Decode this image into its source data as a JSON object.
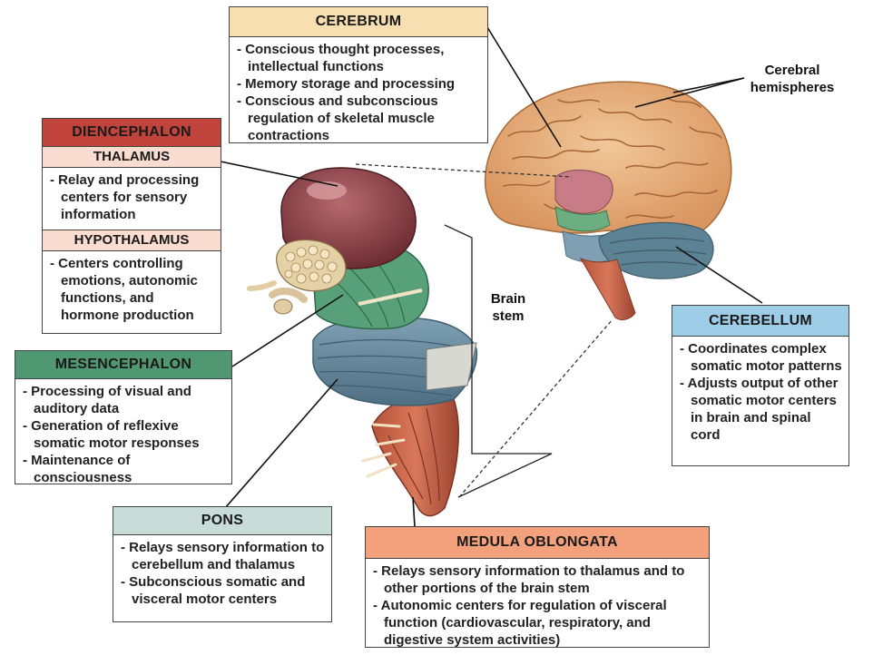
{
  "cerebrum": {
    "title": "CEREBRUM",
    "items": [
      "Conscious thought processes, intellectual functions",
      "Memory storage and processing",
      "Conscious and subconscious regulation of skeletal muscle contractions"
    ],
    "color": "#f7dfb2"
  },
  "diencephalon": {
    "title": "DIENCEPHALON",
    "color": "#c1443c",
    "thalamus": {
      "title": "THALAMUS",
      "items": [
        "Relay and processing centers for sensory information"
      ]
    },
    "hypothalamus": {
      "title": "HYPOTHALAMUS",
      "items": [
        "Centers controlling emotions, autonomic functions, and hormone production"
      ]
    },
    "sub_color": "#fbdcd0"
  },
  "mesencephalon": {
    "title": "MESENCEPHALON",
    "items": [
      "Processing of visual and auditory data",
      "Generation of reflexive somatic motor responses",
      "Maintenance of consciousness"
    ],
    "color": "#4f9871"
  },
  "pons": {
    "title": "PONS",
    "items": [
      "Relays sensory information to cerebellum and thalamus",
      "Subconscious somatic and visceral motor centers"
    ],
    "color": "#c8dcd8"
  },
  "medulla": {
    "title": "MEDULA OBLONGATA",
    "items": [
      "Relays sensory information to thalamus and to other portions of the brain stem",
      "Autonomic centers for regulation of visceral function (cardiovascular, respiratory, and digestive system activities)"
    ],
    "color": "#f3a07c"
  },
  "cerebellum": {
    "title": "CEREBELLUM",
    "items": [
      "Coordinates complex somatic motor patterns",
      "Adjusts output of other somatic motor centers in brain and spinal cord"
    ],
    "color": "#9dcde7"
  },
  "labels": {
    "hemispheres": [
      "Cerebral",
      "hemispheres"
    ],
    "brainstem": [
      "Brain",
      "stem"
    ]
  }
}
